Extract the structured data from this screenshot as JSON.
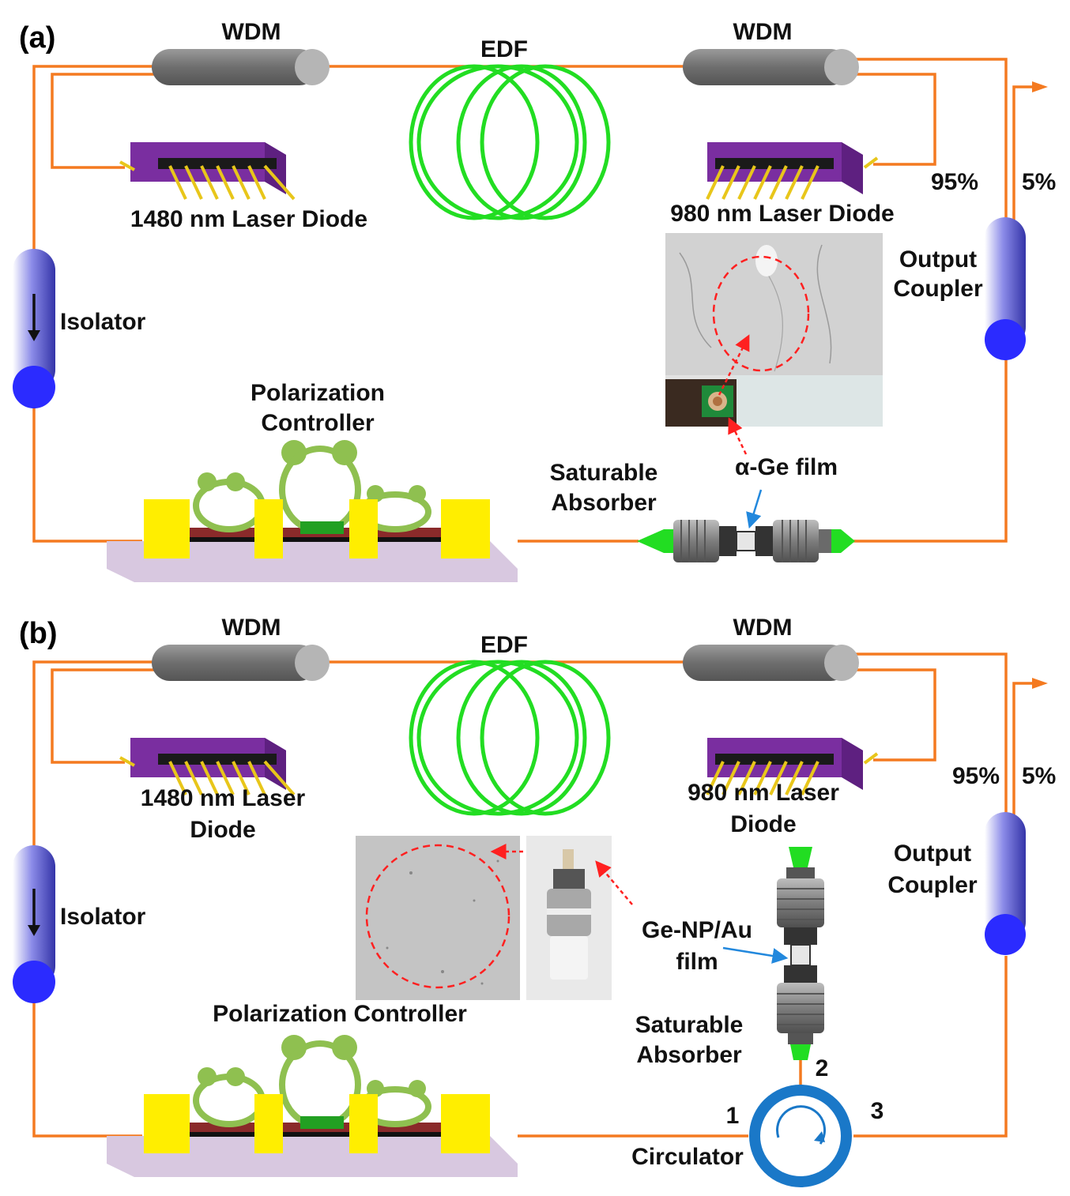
{
  "colors": {
    "fiber": "#f47a20",
    "edf": "#22dd22",
    "wdm_body": "#7a7a7a",
    "wdm_cap": "#a8a8a8",
    "laser_body": "#7a2ea0",
    "laser_top": "#9b4fc4",
    "laser_pins": "#e8c61a",
    "coupler_body": "#6a6ad8",
    "coupler_end": "#2b2bff",
    "pc_block": "#ffee00",
    "pc_base": "#d8c8e0",
    "pc_loop": "#8fc050",
    "connector_tip": "#22dd22",
    "connector_body": "#8a8a8a",
    "circulator": "#1a78c8",
    "red_dashed": "#ff2020",
    "blue_arrow": "#2288dd"
  },
  "icons": {
    "isolator_arrow": "down-arrow-icon",
    "circulator_arrow": "clockwise-arrow-icon",
    "output_arrow": "right-arrow-icon"
  },
  "panel_a": {
    "tag": "(a)",
    "wdm_left": "WDM",
    "wdm_right": "WDM",
    "edf": "EDF",
    "laser_left": "1480 nm Laser Diode",
    "laser_right": "980 nm Laser Diode",
    "ratio_95": "95%",
    "ratio_5": "5%",
    "output_coupler": [
      "Output",
      "Coupler"
    ],
    "isolator": "Isolator",
    "polarization_controller": [
      "Polarization",
      "Controller"
    ],
    "saturable_absorber": [
      "Saturable",
      "Absorber"
    ],
    "film": "α-Ge film"
  },
  "panel_b": {
    "tag": "(b)",
    "wdm_left": "WDM",
    "wdm_right": "WDM",
    "edf": "EDF",
    "laser_left": [
      "1480 nm Laser",
      "Diode"
    ],
    "laser_right": [
      "980 nm Laser",
      "Diode"
    ],
    "ratio_95": "95%",
    "ratio_5": "5%",
    "output_coupler": [
      "Output",
      "Coupler"
    ],
    "isolator": "Isolator",
    "polarization_controller": "Polarization Controller",
    "film": [
      "Ge-NP/Au",
      "film"
    ],
    "saturable_absorber": [
      "Saturable",
      "Absorber"
    ],
    "circulator": "Circulator",
    "port_1": "1",
    "port_2": "2",
    "port_3": "3"
  }
}
